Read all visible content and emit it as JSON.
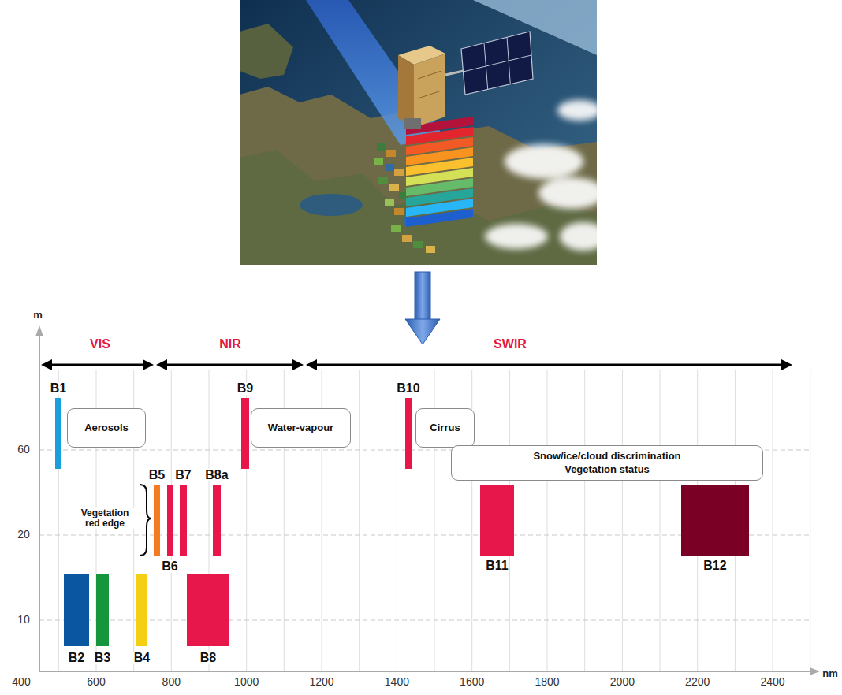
{
  "diagram": {
    "nodes": [
      {
        "text": [
          "B1"
        ]
      },
      {
        "text": [
          "Aerosols"
        ]
      },
      {
        "text": [
          "B9"
        ]
      },
      {
        "text": [
          "Water-vapour"
        ]
      },
      {
        "text": [
          "B10"
        ]
      },
      {
        "text": [
          "Cirrus"
        ]
      },
      {
        "text": [
          "Snow/ice/cloud discrimination",
          "Vegetation status"
        ]
      },
      {
        "text": [
          "B5"
        ]
      },
      {
        "text": [
          "B7"
        ]
      },
      {
        "text": [
          "B8a"
        ]
      },
      {
        "text": [
          "B6"
        ]
      },
      {
        "text": [
          "B11"
        ]
      },
      {
        "text": [
          "B12"
        ]
      },
      {
        "text": [
          "B2"
        ]
      },
      {
        "text": [
          "B3"
        ]
      },
      {
        "text": [
          "B4"
        ]
      },
      {
        "text": [
          "B8"
        ]
      }
    ],
    "labels": [
      "VIS",
      "NIR",
      "SWIR",
      "m",
      "60",
      "20",
      "10",
      "Vegetation red edge",
      "400",
      "600",
      "800",
      "1000",
      "1200",
      "1400",
      "1600",
      "1800",
      "2000",
      "2200",
      "2400",
      "nm"
    ]
  }
}
